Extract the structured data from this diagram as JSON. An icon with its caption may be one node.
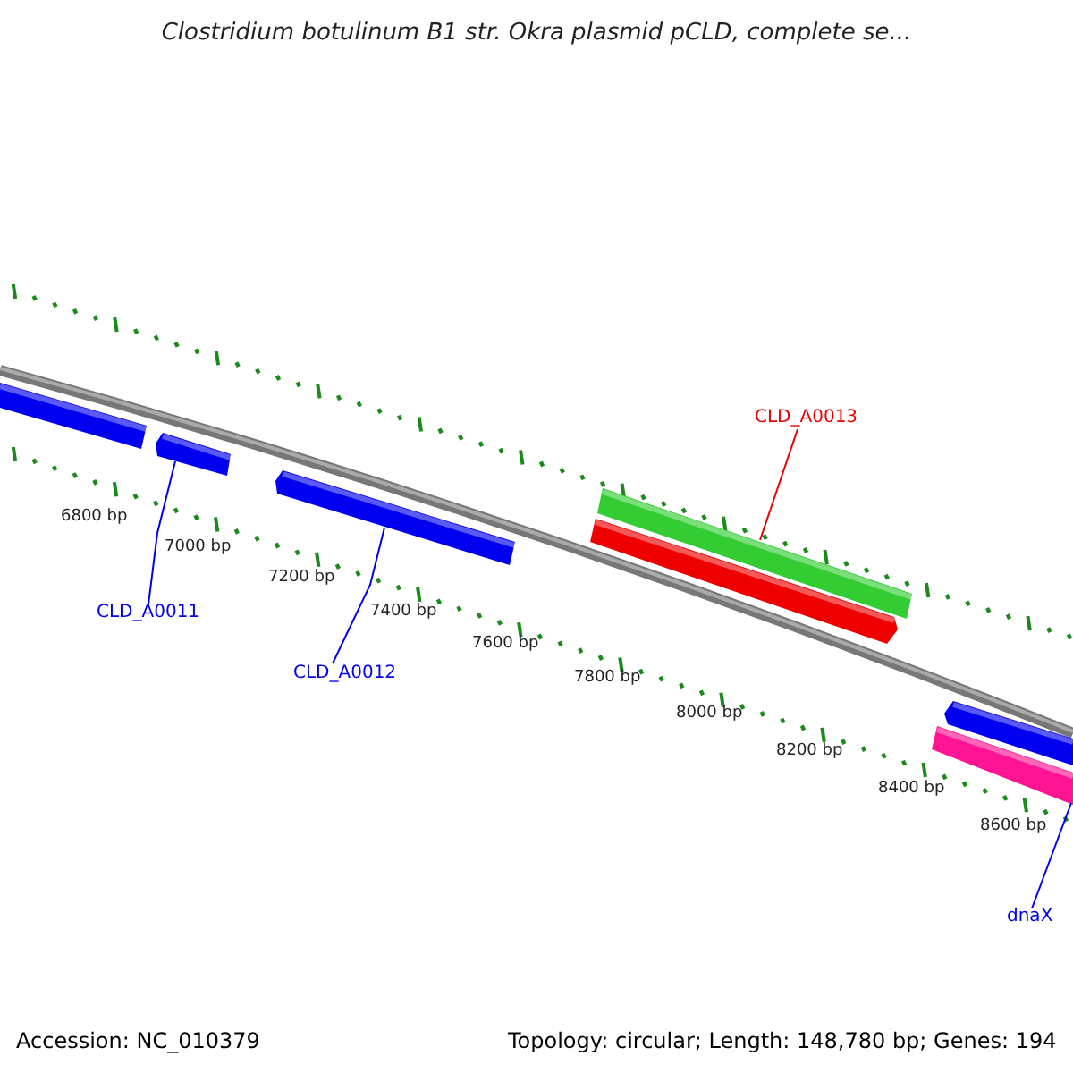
{
  "diagram": {
    "title": "Clostridium botulinum B1 str. Okra plasmid pCLD, complete se...",
    "nodes": [
      {
        "text": [],
        "shape": "bar"
      },
      {
        "text": [],
        "shape": "bar"
      },
      {
        "text": [],
        "shape": "bar"
      },
      {
        "text": [],
        "shape": "bar"
      },
      {
        "text": [],
        "shape": "bar"
      },
      {
        "text": [],
        "shape": "bar"
      },
      {
        "text": [],
        "shape": "bar"
      },
      {
        "text": [
          "CLD_A0013"
        ]
      },
      {
        "text": [
          "CLD_A0011"
        ]
      },
      {
        "text": [
          "CLD_A0012"
        ]
      },
      {
        "text": [
          "dnaX"
        ]
      }
    ],
    "edges": [
      {
        "from": 8,
        "to": 1,
        "arrow": "none"
      },
      {
        "from": 9,
        "to": 2,
        "arrow": "none"
      },
      {
        "from": 7,
        "to": 3,
        "arrow": "none",
        "color": "#ee0000"
      },
      {
        "from": 10,
        "to": 6,
        "arrow": "none"
      }
    ],
    "labels": [
      "6800 bp",
      "7000 bp",
      "7200 bp",
      "7400 bp",
      "7600 bp",
      "7800 bp",
      "8000 bp",
      "8200 bp",
      "8400 bp",
      "8600 bp",
      "Accession: NC_010379",
      "Topology: circular; Length: 148,780 bp; Genes: 194"
    ]
  }
}
